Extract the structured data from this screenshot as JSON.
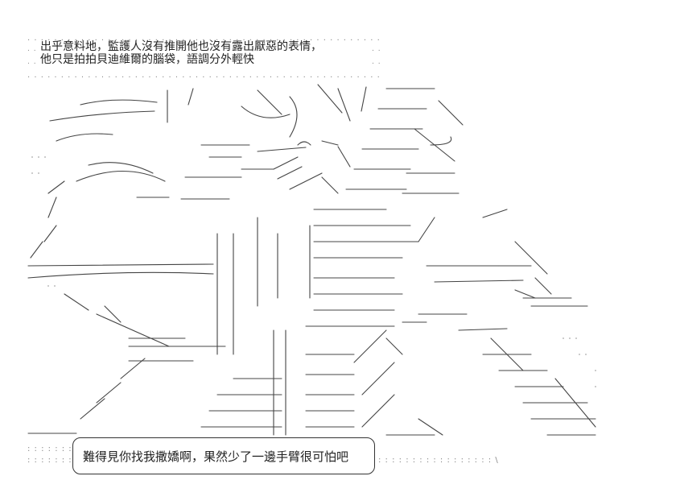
{
  "narration": {
    "line1": "出乎意料地，監護人沒有推開他也沒有露出厭惡的表情，",
    "line2": "他只是拍拍貝迪維爾的腦袋，語調分外輕快"
  },
  "speech": {
    "text": "難得見你找我撒嬌啊，果然少了一邊手臂很可怕吧"
  }
}
